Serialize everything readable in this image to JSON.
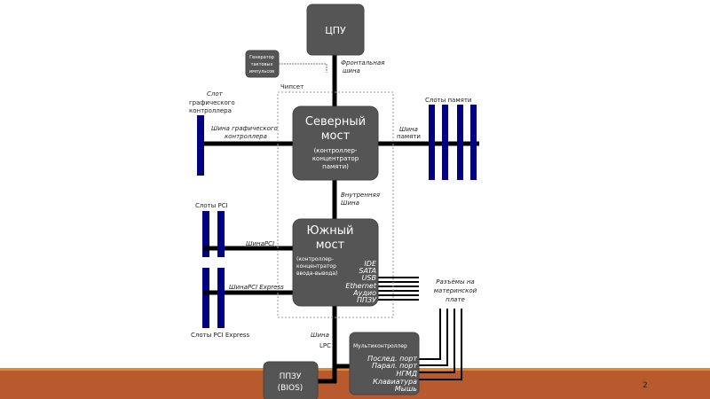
{
  "slide": {
    "page_number": "2",
    "accent_color": "#b85a2e",
    "slot_color": "#000080",
    "box_color": "#555555"
  },
  "diagram": {
    "cpu": "ЦПУ",
    "clock": [
      "Генератор",
      "тактовых",
      "импульсов"
    ],
    "front_bus": [
      "Фронтальная",
      "шина"
    ],
    "chipset": "Чипсет",
    "northbridge": [
      "Северный",
      "мост",
      "(контроллер-",
      "концентратор",
      "памяти)"
    ],
    "graphics_slot": [
      "Слот",
      "графического",
      "контроллера"
    ],
    "graphics_bus": [
      "Шина графического",
      "контроллера"
    ],
    "memory_slots": "Слоты памяти",
    "memory_bus": [
      "Шина",
      "памяти"
    ],
    "internal_bus": [
      "Внутренняя",
      "Шина"
    ],
    "southbridge": [
      "Южный",
      "мост",
      "(контроллер-",
      "концентратор",
      "ввода-вывода)"
    ],
    "southbridge_ports": [
      "IDE",
      "SATA",
      "USB",
      "Ethernet",
      "Аудио",
      "ППЗУ"
    ],
    "pci_slots": "Слоты PCI",
    "pci_bus": "ШинаPCI",
    "pcie_bus": "ШинаPCI Express",
    "pcie_slots": "Слоты PCI Express",
    "connectors": [
      "Разъёмы на",
      "материнской",
      "плате"
    ],
    "lpc_bus": [
      "Шина",
      "LPC"
    ],
    "multicontroller": "Мультиконтроллер",
    "multicontroller_ports": [
      "Послед. порт",
      "Парал. порт",
      "НГМД",
      "Клавиатура",
      "Мышь"
    ],
    "bios": [
      "ППЗУ",
      "(BIOS)"
    ]
  }
}
